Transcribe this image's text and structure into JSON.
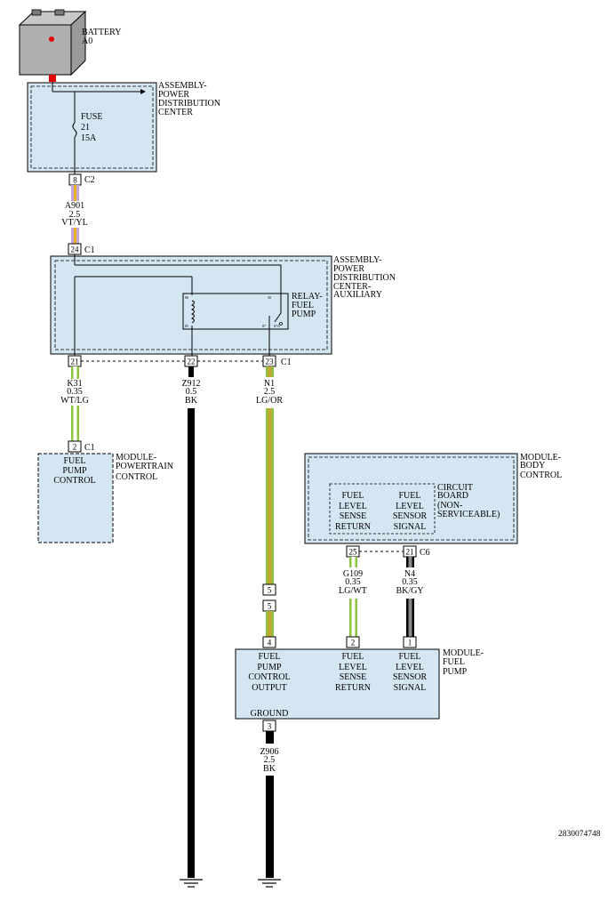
{
  "battery": {
    "line1": "BATTERY",
    "line2": "A0"
  },
  "pdc": {
    "line1": "ASSEMBLY-",
    "line2": "POWER",
    "line3": "DISTRIBUTION",
    "line4": "CENTER"
  },
  "fuse": {
    "line1": "FUSE",
    "line2": "21",
    "line3": "15A"
  },
  "c2_pin": "8",
  "c2_label": "C2",
  "wire_a901": {
    "id": "A901",
    "gauge": "2.5",
    "color": "VT/YL"
  },
  "c1_top_pin": "24",
  "c1_top_label": "C1",
  "pdca": {
    "line1": "ASSEMBLY-",
    "line2": "POWER",
    "line3": "DISTRIBUTION",
    "line4": "CENTER-",
    "line5": "AUXILIARY"
  },
  "relay": {
    "line1": "RELAY-",
    "line2": "FUEL",
    "line3": "PUMP",
    "t86": "86",
    "t85": "85",
    "t30": "30",
    "t87": "87",
    "t87a": "87A"
  },
  "pdca_pins": [
    "21",
    "22",
    "23"
  ],
  "pdca_conn": "C1",
  "wire_k31": {
    "id": "K31",
    "gauge": "0.35",
    "color": "WT/LG"
  },
  "wire_z912": {
    "id": "Z912",
    "gauge": "0.5",
    "color": "BK"
  },
  "wire_n1": {
    "id": "N1",
    "gauge": "2.5",
    "color": "LG/OR"
  },
  "pcm_pin": "2",
  "pcm_conn": "C1",
  "pcm_inner": {
    "line1": "FUEL",
    "line2": "PUMP",
    "line3": "CONTROL"
  },
  "pcm": {
    "line1": "MODULE-",
    "line2": "POWERTRAIN",
    "line3": "CONTROL"
  },
  "bcm": {
    "line1": "MODULE-",
    "line2": "BODY",
    "line3": "CONTROL"
  },
  "circuit_board": {
    "line1": "CIRCUIT",
    "line2": "BOARD",
    "line3": "(NON-",
    "line4": "SERVICEABLE)"
  },
  "bcm_ret": {
    "line1": "FUEL",
    "line2": "LEVEL",
    "line3": "SENSE",
    "line4": "RETURN"
  },
  "bcm_sig": {
    "line1": "FUEL",
    "line2": "LEVEL",
    "line3": "SENSOR",
    "line4": "SIGNAL"
  },
  "bcm_pins": [
    "25",
    "21"
  ],
  "bcm_conn": "C6",
  "wire_g109": {
    "id": "G109",
    "gauge": "0.35",
    "color": "LG/WT"
  },
  "wire_n4": {
    "id": "N4",
    "gauge": "0.35",
    "color": "BK/GY"
  },
  "inline_pin_a": "5",
  "inline_pin_b": "5",
  "fpm_pins": [
    "4",
    "2",
    "1"
  ],
  "fpm": {
    "line1": "MODULE-",
    "line2": "FUEL",
    "line3": "PUMP"
  },
  "fpm_ctrl": {
    "line1": "FUEL",
    "line2": "PUMP",
    "line3": "CONTROL",
    "line4": "OUTPUT"
  },
  "fpm_ret": {
    "line1": "FUEL",
    "line2": "LEVEL",
    "line3": "SENSE",
    "line4": "RETURN"
  },
  "fpm_sig": {
    "line1": "FUEL",
    "line2": "LEVEL",
    "line3": "SENSOR",
    "line4": "SIGNAL"
  },
  "fpm_ground": "GROUND",
  "fpm_gnd_pin": "3",
  "wire_z906": {
    "id": "Z906",
    "gauge": "2.5",
    "color": "BK"
  },
  "doc_number": "2830074748",
  "colors": {
    "module_fill": "#d5e6f3",
    "violet": "#c7a6d9",
    "yellow": "#e3b324",
    "white": "#ffffff",
    "light_green": "#8dc43f",
    "orange_yellow": "#c6a532",
    "black": "#000000",
    "gray": "#8a8a8a",
    "battery_red": "#e10000"
  }
}
